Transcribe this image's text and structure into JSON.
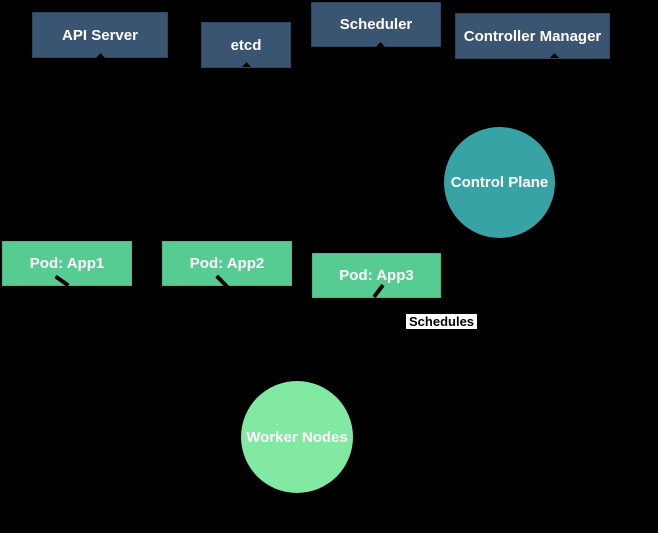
{
  "diagram": {
    "kind": "flowchart",
    "background": "#000000",
    "colors": {
      "control_component_fill": "#3a5572",
      "control_component_border": "#2c4760",
      "pod_fill": "#57cc92",
      "pod_border": "#49b884",
      "control_plane_circle_fill": "#38a3a5",
      "worker_nodes_circle_fill": "#81e9a2",
      "node_text": "#ffffff",
      "edge_label_bg": "#ffffff",
      "edge_label_text": "#000000",
      "arrowhead": "#000000"
    },
    "nodes": {
      "api_server": {
        "label": "API Server",
        "shape": "rect"
      },
      "etcd": {
        "label": "etcd",
        "shape": "rect"
      },
      "scheduler": {
        "label": "Scheduler",
        "shape": "rect"
      },
      "controller_manager": {
        "label": "Controller Manager",
        "shape": "rect"
      },
      "control_plane": {
        "label": "Control Plane",
        "shape": "circle"
      },
      "pod_app1": {
        "label": "Pod: App1",
        "shape": "rect"
      },
      "pod_app2": {
        "label": "Pod: App2",
        "shape": "rect"
      },
      "pod_app3": {
        "label": "Pod: App3",
        "shape": "rect"
      },
      "worker_nodes": {
        "label": "Worker Nodes",
        "shape": "circle"
      }
    },
    "edges": {
      "schedules_label": "Schedules"
    }
  }
}
